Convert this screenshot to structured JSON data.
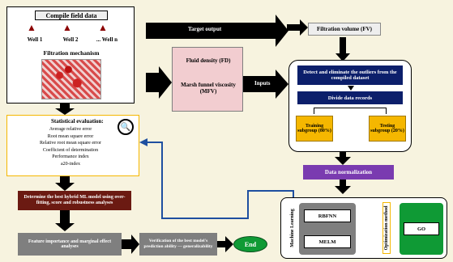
{
  "compile": {
    "title": "Compile field data",
    "wells": [
      "Well 1",
      "Well 2",
      "... Well n"
    ],
    "mechanism": "Filtration mechanism"
  },
  "arrows": {
    "target": "Target output",
    "inputs": "Inputs"
  },
  "inputs_box": {
    "fd": "Fluid density (FD)",
    "mfv": "Marsh funnel viscosity (MFV)"
  },
  "fv_box": "Filtration volume (FV)",
  "preprocess": {
    "detect": "Detect and eliminate the outliers from the compiled dataset",
    "divide": "Divide data records",
    "training": "Training subgroup (80%)",
    "testing": "Testing subgroup (20%)"
  },
  "normalization": "Data normalization",
  "stats": {
    "title": "Statistical evaluation:",
    "items": [
      "Average relative error",
      "Root mean square error",
      "Relative root mean square error",
      "Coefficient of determination",
      "Performance index",
      "a20-index"
    ]
  },
  "best_model": "Determine the best hybrid ML model using over-fitting, score and robustness analyses",
  "feature": "Feature importance and marginal effect analyses",
  "verify": "Verification of the best model's prediction ability — generalizability",
  "end": "End",
  "ml": {
    "side_label": "Machine Learning",
    "rbfnn": "RBFNN",
    "melm": "MELM",
    "opt_label": "Optimization method",
    "gao": "GO"
  },
  "colors": {
    "navy": "#0c1f6b",
    "maroon": "#6b1a12",
    "gray": "#7f7f7f",
    "green": "#0f9a35",
    "purple": "#7a3bb0",
    "orange": "#f5b700",
    "blue_line": "#1e4fa0",
    "inputs_fill": "#f2cdd0"
  }
}
